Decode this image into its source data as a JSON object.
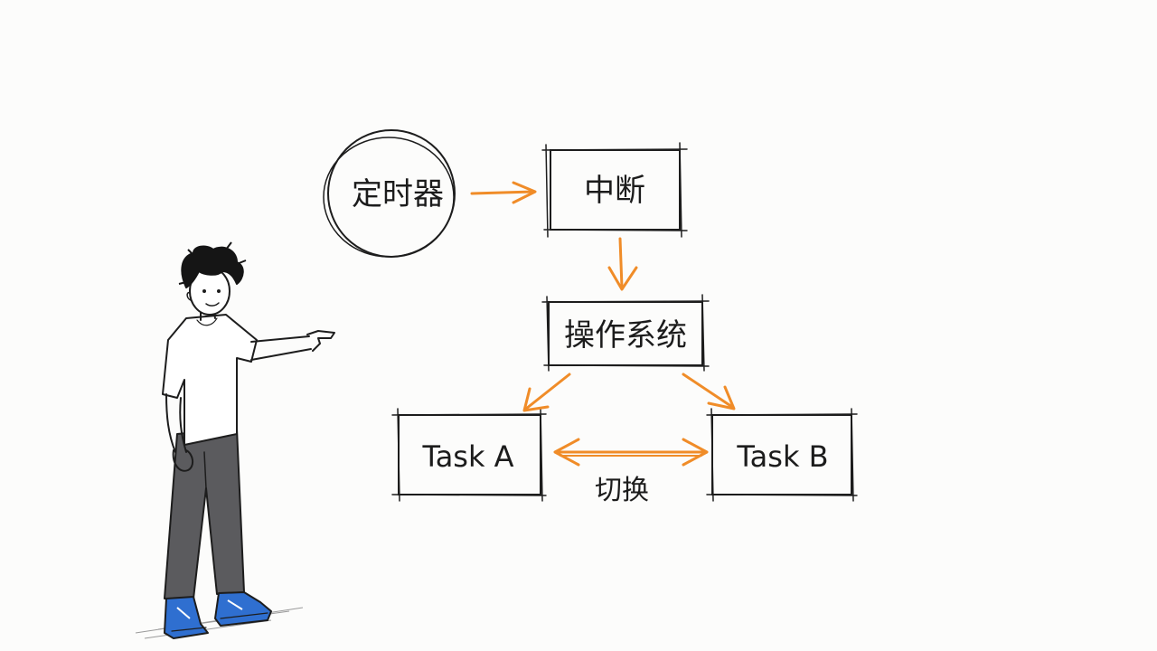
{
  "colors": {
    "ink": "#1d1d1d",
    "arrow": "#f08c28",
    "background": "#fcfcfb",
    "shirt": "#ffffff",
    "pants": "#5b5b5e",
    "shoes": "#2f6fd0"
  },
  "nodes": {
    "timer": {
      "label": "定时器",
      "shape": "circle"
    },
    "interrupt": {
      "label": "中断",
      "shape": "box"
    },
    "os": {
      "label": "操作系统",
      "shape": "box"
    },
    "task_a": {
      "label": "Task A",
      "shape": "box"
    },
    "task_b": {
      "label": "Task B",
      "shape": "box"
    }
  },
  "edges": [
    {
      "from": "timer",
      "to": "interrupt",
      "direction": "forward"
    },
    {
      "from": "interrupt",
      "to": "os",
      "direction": "forward"
    },
    {
      "from": "os",
      "to": "task_a",
      "direction": "forward"
    },
    {
      "from": "os",
      "to": "task_b",
      "direction": "forward"
    },
    {
      "from": "task_a",
      "to": "task_b",
      "direction": "both",
      "label": "切换"
    }
  ],
  "figure": {
    "icon": "person-pointing-icon"
  }
}
